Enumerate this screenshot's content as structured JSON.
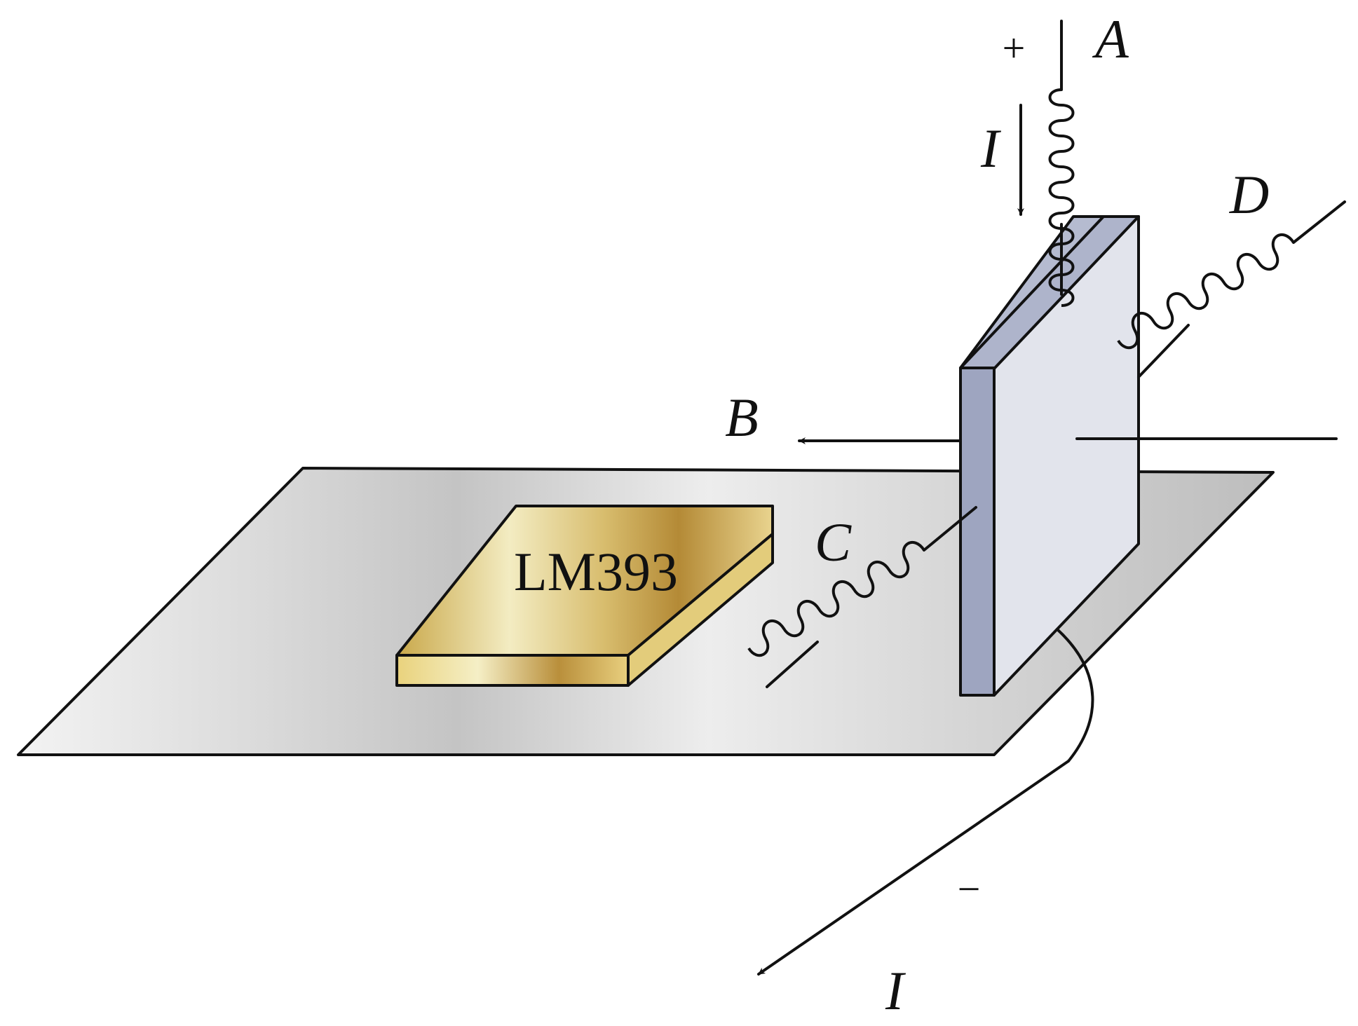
{
  "chip": {
    "label": "LM393"
  },
  "labels": {
    "terminal_a": "A",
    "terminal_b": "B",
    "terminal_c": "C",
    "terminal_d": "D",
    "current_in": "I",
    "current_out": "I",
    "plus_sign": "+",
    "minus_sign": "−"
  },
  "colors": {
    "plate_face": "#e2e4ec",
    "plate_edge": "#9ea5c0",
    "board_light": "#f4f4f4",
    "board_mid": "#c9c9c9",
    "chip_light": "#f5efc6",
    "chip_dark": "#b8903a"
  }
}
